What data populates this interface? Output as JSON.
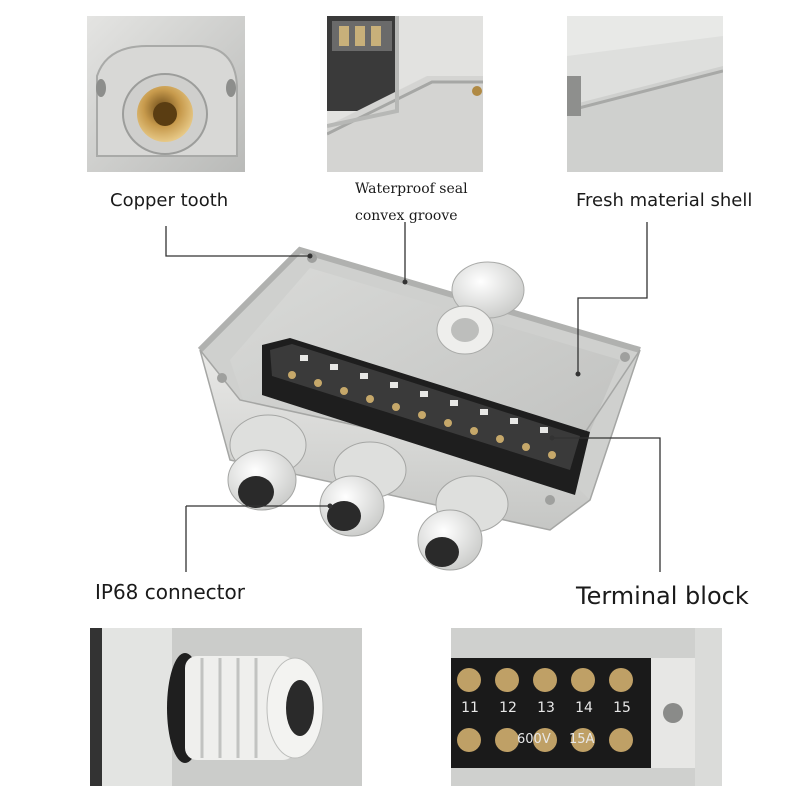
{
  "labels": {
    "copper_tooth": "Copper tooth",
    "waterproof_line1": "Waterproof seal",
    "waterproof_line2": "convex groove",
    "fresh_shell": "Fresh material shell",
    "ip68": "IP68 connector",
    "terminal_block": "Terminal block"
  },
  "terminal_closeup": {
    "numbers": [
      "11",
      "12",
      "13",
      "14",
      "15"
    ],
    "rating_voltage": "600V",
    "rating_current": "15A"
  }
}
